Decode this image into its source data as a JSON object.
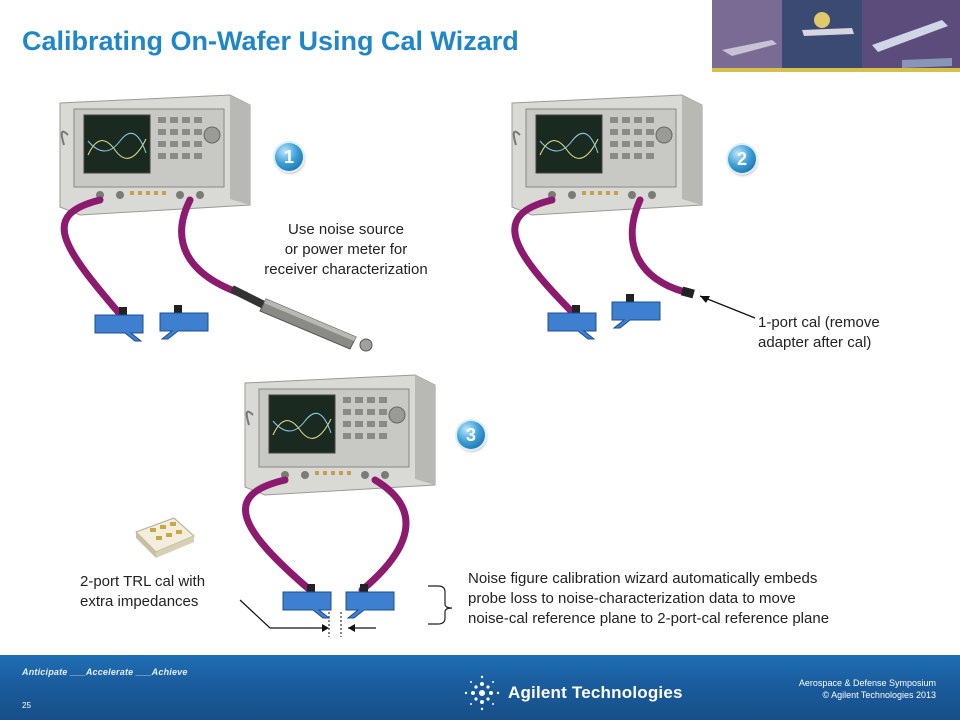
{
  "slide": {
    "title": "Calibrating On-Wafer Using Cal Wizard"
  },
  "steps": [
    {
      "number": "1",
      "caption_lines": [
        "Use noise source",
        "or power meter for",
        "receiver characterization"
      ]
    },
    {
      "number": "2",
      "caption_lines": [
        "1-port cal (remove",
        "adapter after cal)"
      ]
    },
    {
      "number": "3",
      "left_caption_lines": [
        "2-port TRL cal with",
        "extra impedances"
      ],
      "right_caption_lines": [
        "Noise figure calibration wizard automatically embeds",
        "probe loss to noise-characterization data to move",
        "noise-cal reference plane to 2-port-cal reference plane"
      ]
    }
  ],
  "footer": {
    "tagline": "Anticipate ___Accelerate ___Achieve",
    "page_number": "25",
    "brand": "Agilent Technologies",
    "event_line1": "Aerospace & Defense Symposium",
    "event_line2": "© Agilent Technologies 2013"
  },
  "colors": {
    "title": "#1f86c7",
    "cable": "#8c1a6e",
    "footer": "#1a5c9d",
    "badge": "#3ea0d8"
  }
}
